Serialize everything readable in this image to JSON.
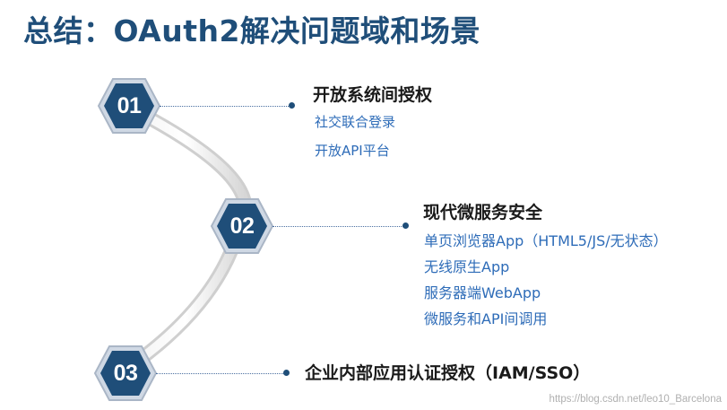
{
  "title": "总结：OAuth2解决问题域和场景",
  "sections": [
    {
      "number": "01",
      "title": "开放系统间授权",
      "items": [
        "社交联合登录",
        "开放API平台"
      ]
    },
    {
      "number": "02",
      "title": "现代微服务安全",
      "items": [
        "单页浏览器App（HTML5/JS/无状态）",
        "无线原生App",
        "服务器端WebApp",
        "微服务和API间调用"
      ]
    },
    {
      "number": "03",
      "title": "企业内部应用认证授权（IAM/SSO）",
      "items": []
    }
  ],
  "watermark": "https://blog.csdn.net/leo10_Barcelona",
  "colors": {
    "title": "#1f4e79",
    "badge_fill": "#1f4e79",
    "item_text": "#2e6cb8"
  }
}
